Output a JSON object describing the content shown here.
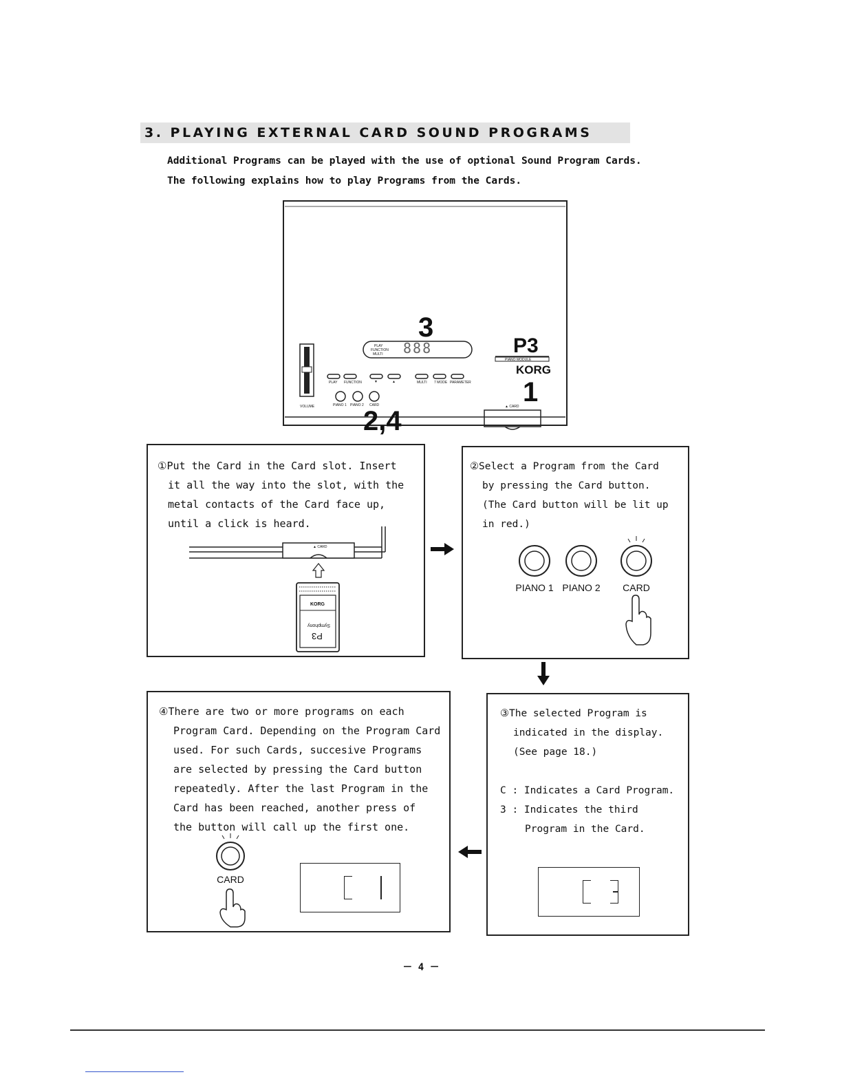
{
  "section": {
    "title": "3. PLAYING EXTERNAL CARD SOUND PROGRAMS",
    "intro_line1": "Additional Programs can be played with the use of optional Sound Program Cards.",
    "intro_line2": "The following explains how to play Programs from the Cards."
  },
  "device": {
    "model": "P3",
    "model_sub": "PIANO MODULE",
    "brand": "KORG",
    "display_digits": "888",
    "mode_labels": [
      "PLAY",
      "FUNCTION",
      "MULTI"
    ],
    "button_labels": [
      "PLAY",
      "FUNCTION",
      "▼",
      "▲",
      "MULTI",
      "7 MODE",
      "PARAMETER"
    ],
    "knob_labels": [
      "PIANO 1",
      "PIANO 2",
      "CARD"
    ],
    "volume_label": "VOLUME",
    "card_slot_label": "▲ CARD",
    "callout_3": "3",
    "callout_1": "1",
    "callout_24": "2,4"
  },
  "step1": {
    "lines": [
      "①Put the Card in the Card slot.  Insert",
      "it all the way into the slot, with the",
      "metal contacts of the Card face up,",
      "until a click is heard."
    ],
    "slot_label": "▲ CARD",
    "card_brand": "KORG",
    "card_name": "P3",
    "card_sub": "Symphony"
  },
  "step2": {
    "lines": [
      "②Select a Program from the Card",
      "by pressing the Card button.",
      "(The Card button will be lit up",
      "in red.)"
    ],
    "buttons": [
      "PIANO 1",
      "PIANO 2",
      "CARD"
    ]
  },
  "step3": {
    "lines": [
      "③The selected Program is",
      "indicated in the display.",
      "(See page 18.)"
    ],
    "legend": [
      "C : Indicates a Card Program.",
      "3 : Indicates the third",
      "Program in the Card."
    ],
    "display": "C 3"
  },
  "step4": {
    "lines": [
      "④There are two or more programs on each",
      "Program Card. Depending on the Program Card",
      "used. For such Cards, succesive Programs",
      "are selected by pressing the Card button",
      "repeatedly. After the last Program in the",
      "Card has been reached, another press of",
      "the button will call up the first one."
    ],
    "button": "CARD",
    "display": "C 1"
  },
  "page_number": "－ 4 －"
}
